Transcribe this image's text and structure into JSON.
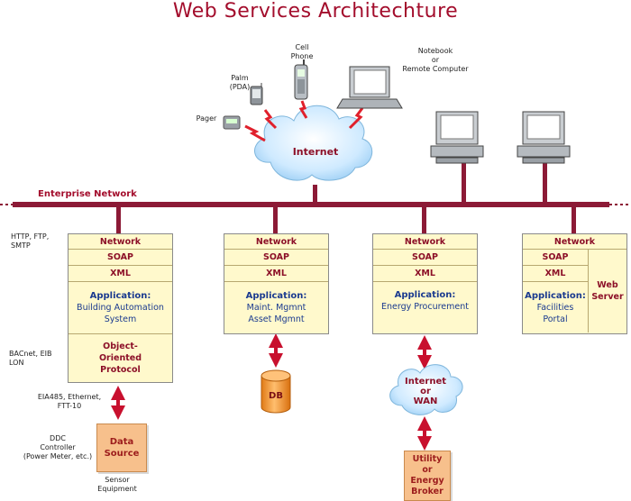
{
  "title": "Web Services Architechture",
  "devices": {
    "cell_phone": "Cell\nPhone",
    "palm": "Palm\n(PDA)",
    "pager": "Pager",
    "notebook": "Notebook\nor\nRemote Computer"
  },
  "internet_cloud": "Internet",
  "enterprise_network": "Enterprise Network",
  "protocols_left": "HTTP, FTP,\nSMTP",
  "bacnet_label": "BACnet, EIB\nLON",
  "eia_label": "EIA485, Ethernet,\nFTT-10",
  "ddc_label": "DDC\nController\n(Power Meter, etc.)",
  "sensor_label": "Sensor\nEquipment",
  "stacks": [
    {
      "network": "Network",
      "soap": "SOAP",
      "xml": "XML",
      "app_head": "Application:",
      "app_lines": [
        "Building Automation",
        "System"
      ],
      "extra": [
        "Object-",
        "Oriented",
        "Protocol"
      ]
    },
    {
      "network": "Network",
      "soap": "SOAP",
      "xml": "XML",
      "app_head": "Application:",
      "app_lines": [
        "Maint. Mgmnt",
        "Asset Mgmnt"
      ]
    },
    {
      "network": "Network",
      "soap": "SOAP",
      "xml": "XML",
      "app_head": "Application:",
      "app_lines": [
        "Energy Procurement"
      ]
    },
    {
      "network": "Network",
      "soap": "SOAP",
      "xml": "XML",
      "app_head": "Application:",
      "app_lines": [
        "Facilities",
        "Portal"
      ],
      "web_server": [
        "Web",
        "Server"
      ]
    }
  ],
  "data_source": [
    "Data",
    "Source"
  ],
  "db": "DB",
  "wan_cloud": [
    "Internet",
    "or",
    "WAN"
  ],
  "utility": [
    "Utility",
    "or",
    "Energy",
    "Broker"
  ],
  "colors": {
    "accent": "#a30d2c",
    "bus": "#8c1a36",
    "stack_bg": "#fff9cc",
    "orange": "#f7c08c",
    "cloud": "#bfe3ff"
  }
}
